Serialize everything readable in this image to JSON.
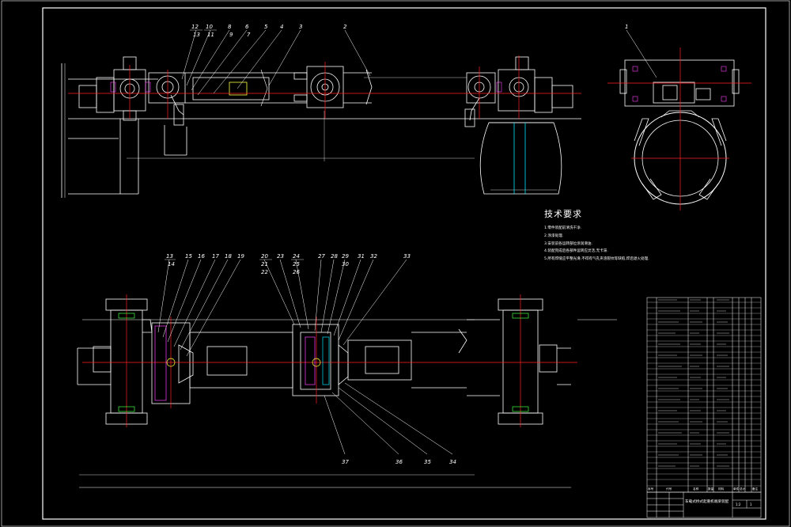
{
  "drawing": {
    "colors": {
      "background": "#000000",
      "outline": "#ffffff",
      "center_line": "#ff2020",
      "leader": "#ffffff",
      "cyan": "#00e5ff",
      "green": "#40ff40",
      "yellow": "#ffff40",
      "magenta": "#ff40ff",
      "blue": "#4060ff"
    },
    "technical_requirements": {
      "title": "技术要求",
      "lines": [
        "1.零件装配前清洗干净.",
        "2.涂漆处理.",
        "3.安装前各运转部位涂润滑油.",
        "4.装配完成后各部件运转应灵活,无卡滞.",
        "5.所有焊缝应平整光滑,不得有气孔夹渣裂纹等缺陷,焊后退火处理."
      ]
    },
    "top_view_balloons": [
      "12",
      "10",
      "8",
      "6",
      "5",
      "4",
      "3",
      "2"
    ],
    "top_view_balloons_sub": [
      "13",
      "11",
      "9",
      "7"
    ],
    "side_view_balloons": [
      "1"
    ],
    "bottom_view_balloons_top": [
      "13",
      "15",
      "16",
      "17",
      "18",
      "19",
      "20",
      "23",
      "24",
      "27",
      "28",
      "29",
      "31",
      "32",
      "33"
    ],
    "bottom_view_balloons_sub": [
      "14",
      "21",
      "22",
      "25",
      "26",
      "30"
    ],
    "bottom_view_balloons_bottom": [
      "37",
      "36",
      "35",
      "34"
    ],
    "title_block": {
      "drawing_title": "车载式桥式起重机端梁装配",
      "scale": "1:2",
      "sheet": "1",
      "header_cells": [
        "序号",
        "代号",
        "名称",
        "数量",
        "材料",
        "单件",
        "总计",
        "备注"
      ]
    }
  }
}
